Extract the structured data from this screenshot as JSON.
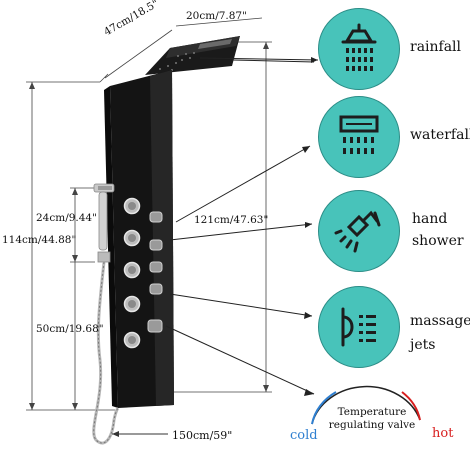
{
  "dimensions": {
    "panel_width": "47cm/18.5\"",
    "top_depth": "20cm/7.87\"",
    "total_height": "114cm/44.88\"",
    "handheld_height": "24cm/9.44\"",
    "panel_height": "121cm/47.63\"",
    "jets_height": "50cm/19.68\"",
    "hose_length": "150cm/59\""
  },
  "features": [
    {
      "icon": "rainfall-icon",
      "label": "rainfall"
    },
    {
      "icon": "waterfall-icon",
      "label": "waterfall"
    },
    {
      "icon": "hand-shower-icon",
      "label_line1": "hand",
      "label_line2": "shower"
    },
    {
      "icon": "massage-jets-icon",
      "label_line1": "massage",
      "label_line2": "jets"
    }
  ],
  "temperature": {
    "line1": "Temperature",
    "line2": "regulating valve",
    "cold": "cold",
    "hot": "hot"
  },
  "colors": {
    "circle": "#48c3ba",
    "cold": "#2f7fd0",
    "hot": "#d81f1f",
    "panel": "#151515"
  }
}
